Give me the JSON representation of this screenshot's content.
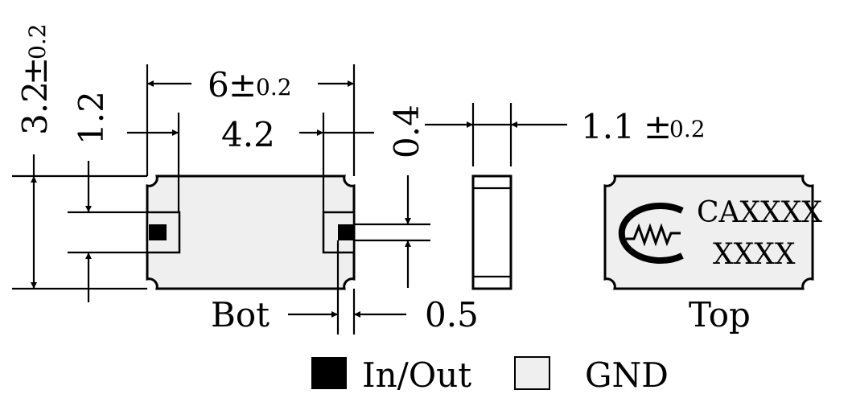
{
  "dimensions": {
    "length": {
      "value": "6",
      "tol_sign": "±",
      "tol": "0.2"
    },
    "pad_gap": {
      "value": "4.2"
    },
    "width": {
      "value": "3.2",
      "tol_sign": "±",
      "tol": "0.2"
    },
    "pad_height": {
      "value": "1.2"
    },
    "thickness": {
      "value": "1.1",
      "tol_sign": "±",
      "tol": "0.2"
    },
    "pad_edge": {
      "value": "0.4"
    },
    "pad_width": {
      "value": "0.5"
    }
  },
  "views": {
    "bottom_label": "Bot",
    "top_label": "Top"
  },
  "marking": {
    "line1": "CAXXXX",
    "line2": "XXXX"
  },
  "legend": [
    {
      "label": "In/Out",
      "color": "#000000"
    },
    {
      "label": "GND",
      "color": "#efefef"
    }
  ],
  "colors": {
    "body_fill": "#efefef",
    "ink": "#000000"
  }
}
